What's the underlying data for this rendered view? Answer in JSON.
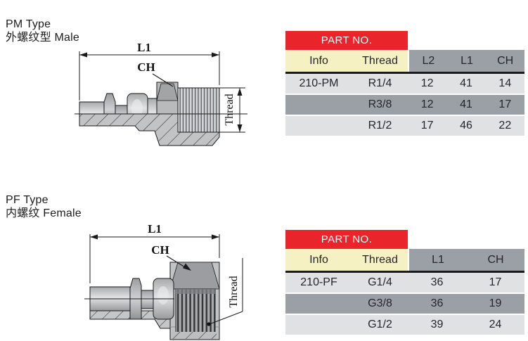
{
  "colors": {
    "header_red": "#ea242b",
    "header_cream": "#f5f1c2",
    "band_gray": "#9aa0a6",
    "row_light": "#dfe1e3",
    "separator_black": "#1b1b1d",
    "text_dark": "#26262a",
    "partno_text": "#ffffff"
  },
  "sections": [
    {
      "title_en": "PM Type",
      "title_cn": "外螺纹型 Male",
      "diagram": {
        "length_label": "L1",
        "hex_label": "CH",
        "thread_label": "Thread"
      },
      "table": {
        "part_no": "PART NO.",
        "col_info": "Info",
        "col_thread": "Thread",
        "dim_cols": [
          "L2",
          "L1",
          "CH"
        ],
        "rows": [
          {
            "info": "210-PM",
            "thread": "R1/4",
            "d0": "12",
            "d1": "41",
            "d2": "14"
          },
          {
            "info": "",
            "thread": "R3/8",
            "d0": "12",
            "d1": "41",
            "d2": "17"
          },
          {
            "info": "",
            "thread": "R1/2",
            "d0": "17",
            "d1": "46",
            "d2": "22"
          }
        ]
      }
    },
    {
      "title_en": "PF Type",
      "title_cn": "内螺纹 Female",
      "diagram": {
        "length_label": "L1",
        "hex_label": "CH",
        "thread_label": "Thread"
      },
      "table": {
        "part_no": "PART NO.",
        "col_info": "Info",
        "col_thread": "Thread",
        "dim_cols": [
          "L1",
          "CH"
        ],
        "rows": [
          {
            "info": "210-PF",
            "thread": "G1/4",
            "d0": "36",
            "d1": "17"
          },
          {
            "info": "",
            "thread": "G3/8",
            "d0": "36",
            "d1": "19"
          },
          {
            "info": "",
            "thread": "G1/2",
            "d0": "39",
            "d1": "24"
          }
        ]
      }
    }
  ]
}
